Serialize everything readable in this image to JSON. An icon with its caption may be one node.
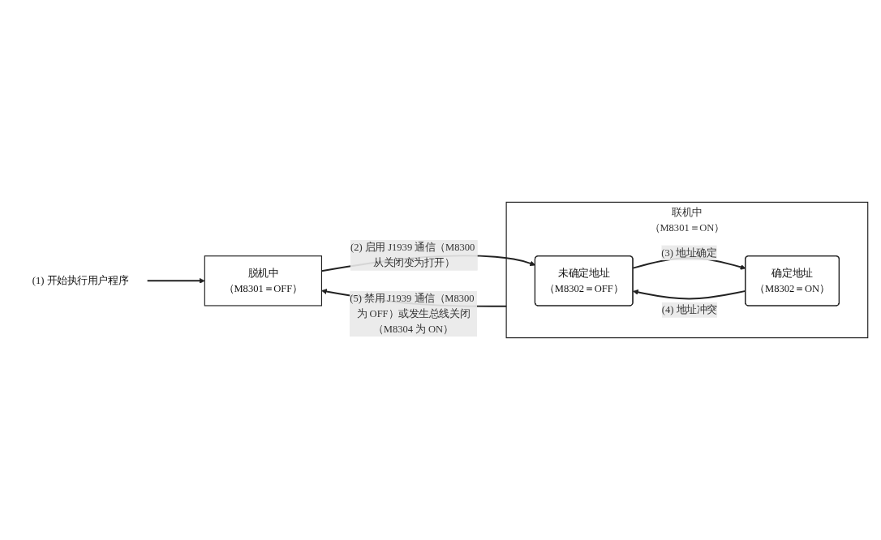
{
  "diagram": {
    "nodes": [
      {
        "text": [
          "(1) 开始执行用户程序"
        ]
      },
      {
        "text": [
          "脱机中",
          "（M8301＝OFF）"
        ]
      },
      {
        "text": [
          "联机中",
          "（M8301＝ON）"
        ]
      },
      {
        "text": [
          "未确定地址",
          "（M8302＝OFF）"
        ],
        "in": 2
      },
      {
        "text": [
          "确定地址",
          "（M8302＝ON）"
        ],
        "in": 2
      }
    ],
    "edges": [
      {
        "from": 0,
        "to": 1,
        "arrow": "to"
      },
      {
        "from": 1,
        "to": 3,
        "arrow": "to",
        "label": "(2) 启用 J1939 通信（M8300 从关闭变为打开）"
      },
      {
        "from": 2,
        "to": 1,
        "arrow": "to",
        "label": "(5) 禁用 J1939 通信（M8300 为 OFF）或发生总线关闭（M8304 为 ON）"
      },
      {
        "from": 3,
        "to": 4,
        "arrow": "to",
        "label": "(3) 地址确定"
      },
      {
        "from": 4,
        "to": 3,
        "arrow": "to",
        "label": "(4) 地址冲突"
      }
    ]
  }
}
